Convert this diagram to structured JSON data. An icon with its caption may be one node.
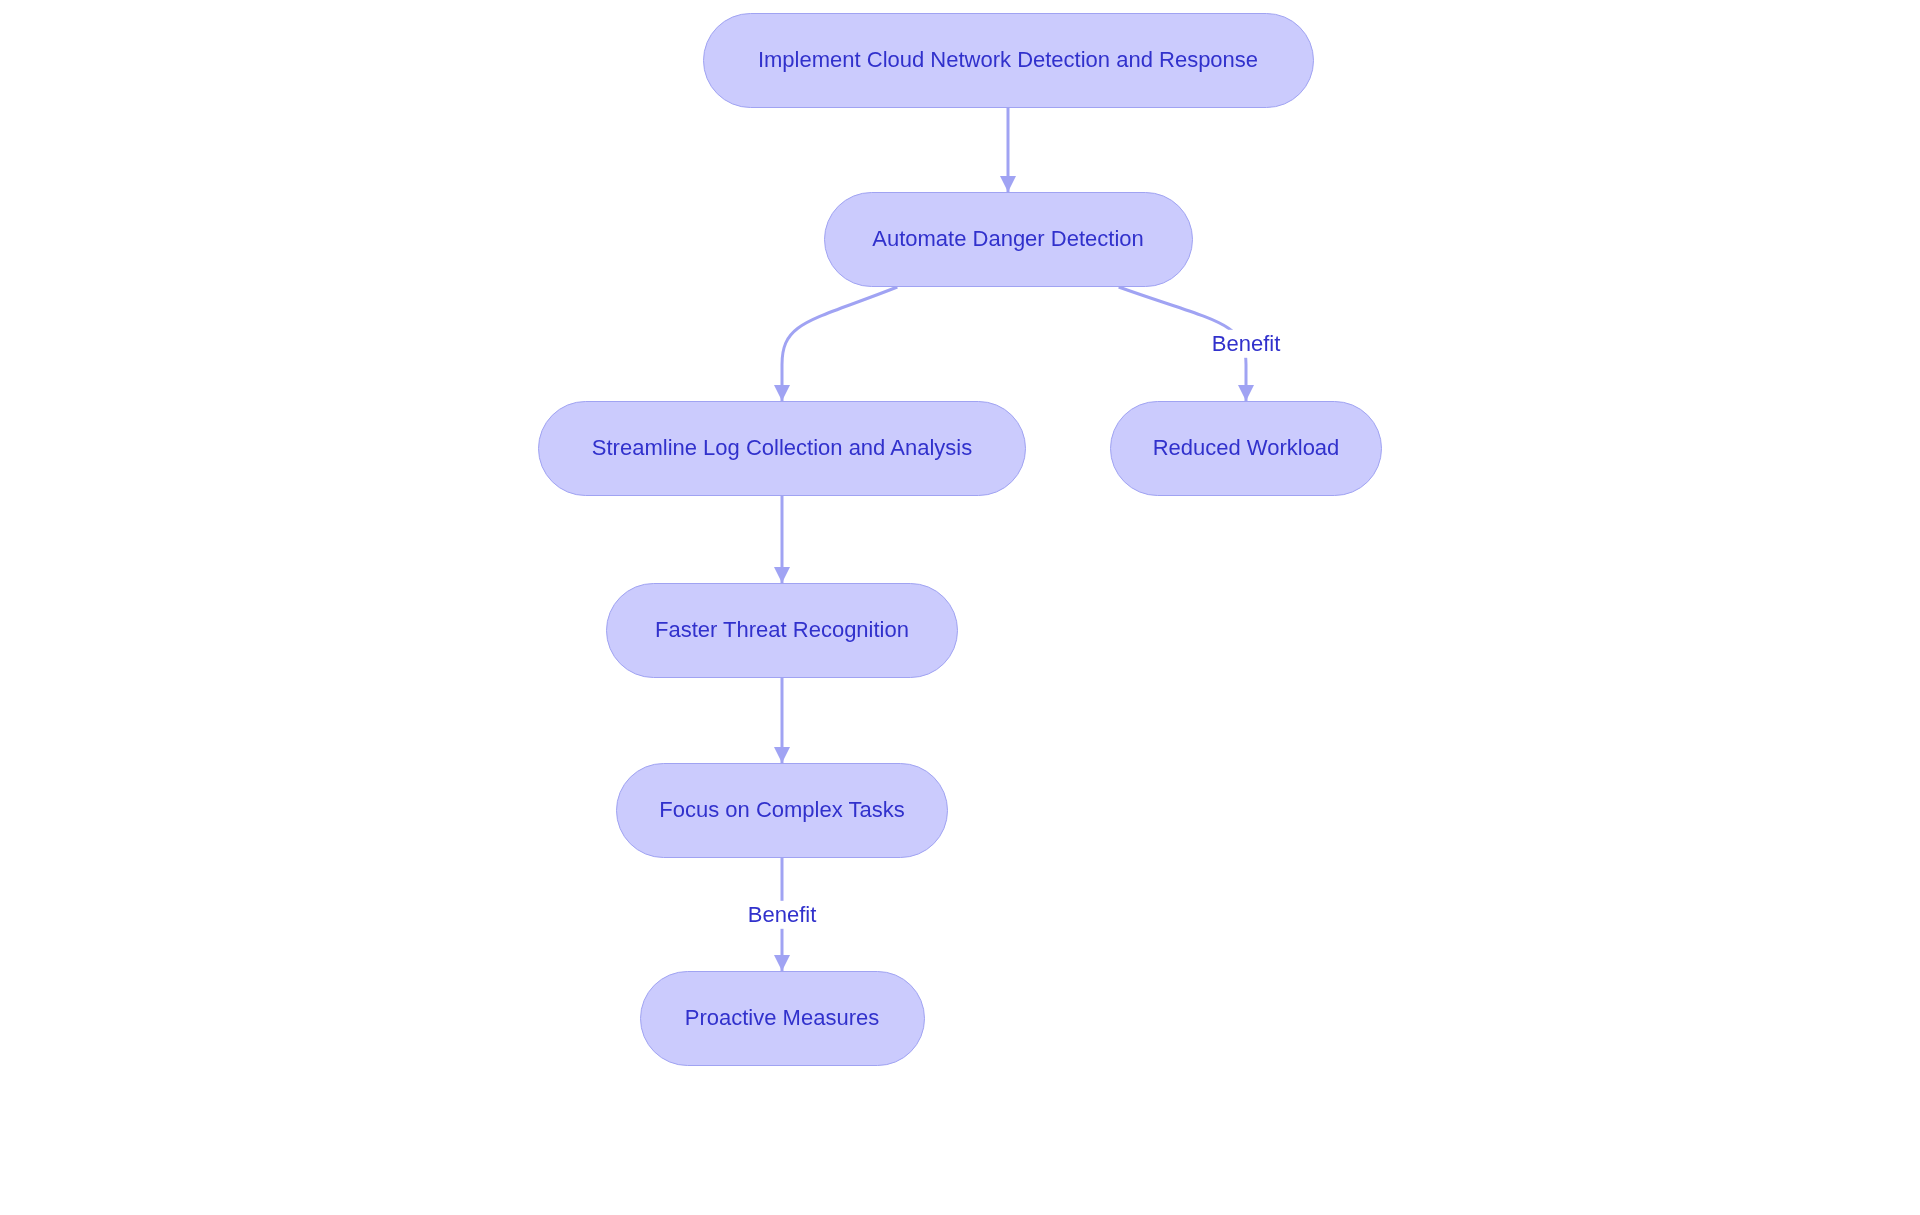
{
  "diagram": {
    "nodes": [
      {
        "text": [
          "Implement Cloud Network Detection and Response"
        ]
      },
      {
        "text": [
          "Automate Danger Detection"
        ]
      },
      {
        "text": [
          "Streamline Log Collection and Analysis"
        ]
      },
      {
        "text": [
          "Reduced Workload"
        ]
      },
      {
        "text": [
          "Faster Threat Recognition"
        ]
      },
      {
        "text": [
          "Focus on Complex Tasks"
        ]
      },
      {
        "text": [
          "Proactive Measures"
        ]
      }
    ],
    "edges": [
      {
        "from": 0,
        "to": 1,
        "arrow": "to"
      },
      {
        "from": 1,
        "to": 2,
        "arrow": "to"
      },
      {
        "from": 1,
        "to": 3,
        "arrow": "to",
        "label": "Benefit"
      },
      {
        "from": 2,
        "to": 4,
        "arrow": "to"
      },
      {
        "from": 4,
        "to": 5,
        "arrow": "to"
      },
      {
        "from": 5,
        "to": 6,
        "arrow": "to",
        "label": "Benefit"
      }
    ]
  }
}
